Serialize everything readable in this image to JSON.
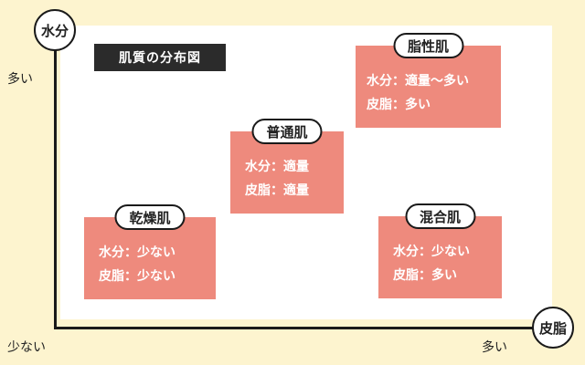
{
  "title": "肌質の分布図",
  "axes": {
    "y_label": "水分",
    "x_label": "皮脂",
    "y_high": "多い",
    "x_low": "少ない",
    "x_high": "多い"
  },
  "types": {
    "oily": {
      "name": "脂性肌",
      "water": "水分：適量〜多い",
      "sebum": "皮脂：多い"
    },
    "normal": {
      "name": "普通肌",
      "water": "水分：適量",
      "sebum": "皮脂：適量"
    },
    "dry": {
      "name": "乾燥肌",
      "water": "水分：少ない",
      "sebum": "皮脂：少ない"
    },
    "combo": {
      "name": "混合肌",
      "water": "水分：少ない",
      "sebum": "皮脂：多い"
    }
  },
  "colors": {
    "card": "#ee8a7d",
    "background": "#fdf4cf",
    "title_box": "#2b2b2b"
  }
}
